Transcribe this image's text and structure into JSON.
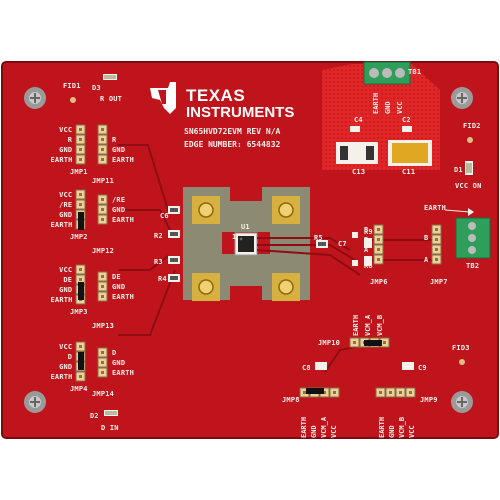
{
  "brand": {
    "line1": "TEXAS",
    "line2": "INSTRUMENTS"
  },
  "board": {
    "model": "SN65HVD72EVM REV N/A",
    "edge": "EDGE NUMBER: 6544832"
  },
  "fiducials": {
    "fid1": "FID1",
    "fid2": "FID2",
    "fid3": "FID3"
  },
  "leds": {
    "d3": "D3",
    "r_out": "R OUT",
    "d1": "D1",
    "vcc_on": "VCC ON",
    "d2": "D2",
    "d_in": "D IN"
  },
  "tb1": {
    "name": "TB1",
    "pins": [
      "EARTH",
      "GND",
      "VCC"
    ],
    "c13": "C13",
    "c11": "C11",
    "c4": "C4",
    "c2": "C2"
  },
  "tb2": {
    "name": "TB2",
    "earth": "EARTH"
  },
  "jmp1": {
    "name": "JMP1",
    "pins": [
      "VCC",
      "R",
      "GND",
      "EARTH"
    ]
  },
  "jmp11": {
    "name": "JMP11",
    "pins": [
      "R",
      "GND",
      "EARTH"
    ]
  },
  "jmp2": {
    "name": "JMP2",
    "pins": [
      "VCC",
      "/RE",
      "GND",
      "EARTH"
    ]
  },
  "jmp12": {
    "name": "JMP12",
    "pins": [
      "/RE",
      "GND",
      "EARTH"
    ]
  },
  "jmp3": {
    "name": "JMP3",
    "pins": [
      "VCC",
      "DE",
      "GND",
      "EARTH"
    ]
  },
  "jmp13": {
    "name": "JMP13",
    "pins": [
      "DE",
      "GND",
      "EARTH"
    ]
  },
  "jmp4": {
    "name": "JMP4",
    "pins": [
      "VCC",
      "D",
      "GND",
      "EARTH"
    ]
  },
  "jmp14": {
    "name": "JMP14",
    "pins": [
      "D",
      "GND",
      "EARTH"
    ]
  },
  "jmp6": {
    "name": "JMP6",
    "pins": [
      "B",
      "B",
      "A",
      "A"
    ]
  },
  "jmp7": {
    "name": "JMP7",
    "pins": [
      "B",
      "A"
    ]
  },
  "jmp8": {
    "name": "JMP8",
    "pins": [
      "EARTH",
      "GND",
      "VCM_A",
      "VCC"
    ]
  },
  "jmp9": {
    "name": "JMP9",
    "pins": [
      "EARTH",
      "GND",
      "VCM_B",
      "VCC"
    ]
  },
  "jmp10": {
    "name": "JMP10",
    "pins": [
      "EARTH",
      "VCM_A",
      "VCM_B"
    ]
  },
  "parts": {
    "u1": "U1",
    "pin1": "1",
    "c6": "C6",
    "r2": "R2",
    "r3": "R3",
    "r4": "R4",
    "r5": "R5",
    "c7": "C7",
    "r8": "R8",
    "r9": "R9",
    "c8": "C8",
    "c9": "C9"
  },
  "colors": {
    "pcb": "#c0141c",
    "pcb_dark": "#8e0d12",
    "copper": "#d92020",
    "silk": "#f4f0ea",
    "terminal": "#2e9e5a"
  }
}
